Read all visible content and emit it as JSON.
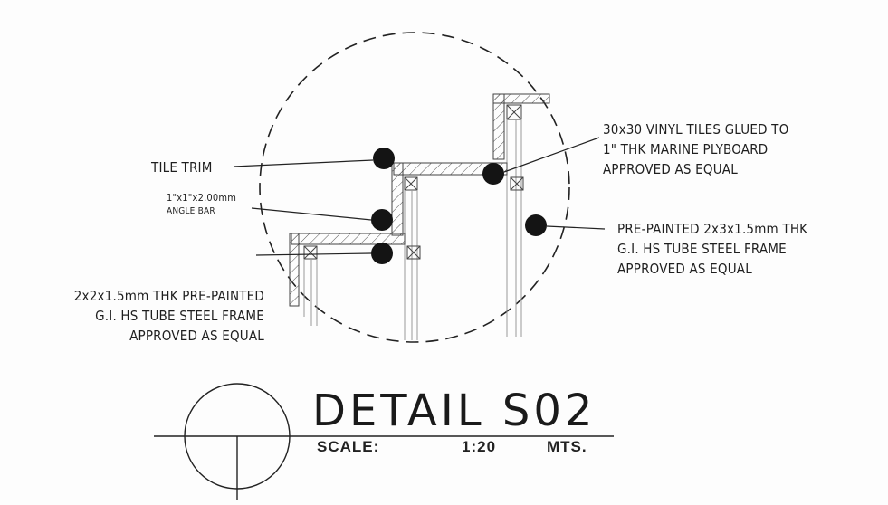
{
  "labels": {
    "tile_trim": "TILE TRIM",
    "angle_bar": [
      "1\"x1\"x2.00mm",
      "ANGLE BAR"
    ],
    "vinyl_tiles": [
      "30x30 VINYL TILES GLUED TO",
      "1\" THK MARINE PLYBOARD",
      "APPROVED AS EQUAL"
    ],
    "frame_2x3": [
      "PRE-PAINTED 2x3x1.5mm THK",
      "G.I. HS TUBE STEEL FRAME",
      "APPROVED AS EQUAL"
    ],
    "frame_2x2": [
      "2x2x1.5mm THK PRE-PAINTED",
      "G.I. HS TUBE STEEL FRAME",
      "APPROVED AS EQUAL"
    ]
  },
  "title_block": {
    "title": "DETAIL S02",
    "scale_label": "SCALE:",
    "scale_value": "1:20",
    "scale_unit": "MTS."
  },
  "colors": {
    "line": "#1a1a1a",
    "marker": "#141414",
    "faint": "#8a8a8a"
  }
}
